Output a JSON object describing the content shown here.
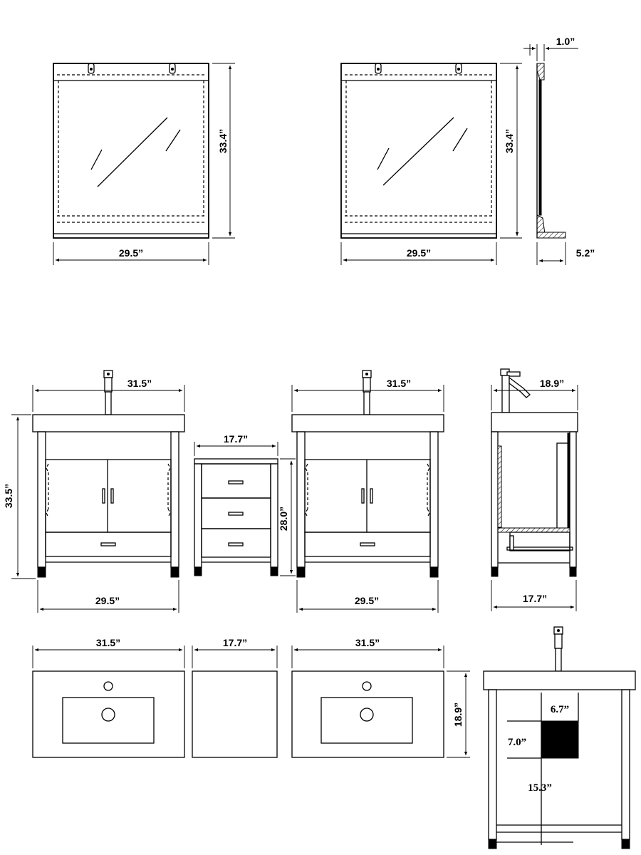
{
  "mirror_front": {
    "width": "29.5”",
    "height": "33.4”"
  },
  "mirror_front_2": {
    "width": "29.5”",
    "height": "33.4”"
  },
  "mirror_side": {
    "thickness": "1.0”",
    "shelf_depth": "5.2”"
  },
  "vanity_front": {
    "top_width": "31.5”",
    "base_width": "29.5”",
    "height": "33.5”"
  },
  "side_cabinet": {
    "width": "17.7”",
    "height": "28.0”"
  },
  "vanity_front_2": {
    "top_width": "31.5”",
    "base_width": "29.5”"
  },
  "vanity_side": {
    "top_depth": "18.9”",
    "base_depth": "17.7”"
  },
  "vanity_top_view": {
    "width": "31.5”"
  },
  "cabinet_top_view": {
    "width": "17.7”"
  },
  "vanity_top_view_2": {
    "width": "31.5”",
    "depth": "18.9”"
  },
  "plumbing_detail": {
    "block_width": "6.7”",
    "block_height": "7.0”",
    "drain_height": "15.3”"
  }
}
